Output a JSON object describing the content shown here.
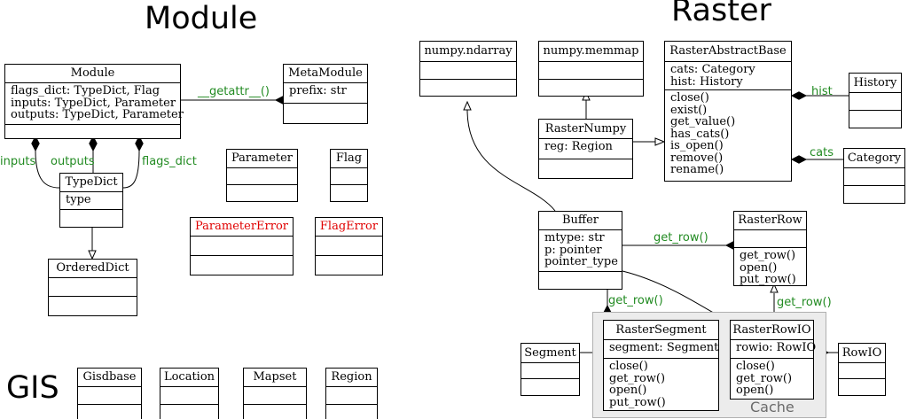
{
  "section_titles": {
    "module": "Module",
    "raster": "Raster",
    "gis": "GIS"
  },
  "classes": {
    "module": {
      "name": "Module",
      "attributes": [
        "flags_dict: TypeDict, Flag",
        "inputs: TypeDict, Parameter",
        "outputs: TypeDict, Parameter"
      ],
      "methods": []
    },
    "metamodule": {
      "name": "MetaModule",
      "attributes": [
        "prefix: str"
      ],
      "methods": []
    },
    "typedict": {
      "name": "TypeDict",
      "attributes": [
        "type"
      ],
      "methods": []
    },
    "ordereddict": {
      "name": "OrderedDict",
      "attributes": [],
      "methods": []
    },
    "parameter": {
      "name": "Parameter",
      "attributes": [],
      "methods": []
    },
    "flag": {
      "name": "Flag",
      "attributes": [],
      "methods": []
    },
    "parametererror": {
      "name": "ParameterError",
      "attributes": [],
      "methods": []
    },
    "flagerror": {
      "name": "FlagError",
      "attributes": [],
      "methods": []
    },
    "gisdbase": {
      "name": "Gisdbase",
      "attributes": [],
      "methods": []
    },
    "location": {
      "name": "Location",
      "attributes": [],
      "methods": []
    },
    "mapset": {
      "name": "Mapset",
      "attributes": [],
      "methods": []
    },
    "region": {
      "name": "Region",
      "attributes": [],
      "methods": []
    },
    "ndarray": {
      "name": "numpy.ndarray",
      "attributes": [],
      "methods": []
    },
    "memmap": {
      "name": "numpy.memmap",
      "attributes": [],
      "methods": []
    },
    "rasterabstractbase": {
      "name": "RasterAbstractBase",
      "attributes": [
        "cats: Category",
        "hist: History"
      ],
      "methods": [
        "close()",
        "exist()",
        "get_value()",
        "has_cats()",
        "is_open()",
        "remove()",
        "rename()"
      ]
    },
    "history": {
      "name": "History",
      "attributes": [],
      "methods": []
    },
    "category": {
      "name": "Category",
      "attributes": [],
      "methods": []
    },
    "rasternumpy": {
      "name": "RasterNumpy",
      "attributes": [
        "reg: Region"
      ],
      "methods": []
    },
    "buffer": {
      "name": "Buffer",
      "attributes": [
        "mtype: str",
        "p: pointer",
        "pointer_type"
      ],
      "methods": []
    },
    "rasterrow": {
      "name": "RasterRow",
      "attributes": [],
      "methods": [
        "get_row()",
        "open()",
        "put_row()"
      ]
    },
    "rastersegment": {
      "name": "RasterSegment",
      "attributes": [
        "segment: Segment"
      ],
      "methods": [
        "close()",
        "get_row()",
        "open()",
        "put_row()"
      ]
    },
    "rasterrowio": {
      "name": "RasterRowIO",
      "attributes": [
        "rowio: RowIO"
      ],
      "methods": [
        "close()",
        "get_row()",
        "open()"
      ]
    },
    "segment": {
      "name": "Segment",
      "attributes": [],
      "methods": []
    },
    "rowio": {
      "name": "RowIO",
      "attributes": [],
      "methods": []
    }
  },
  "cache_label": "Cache",
  "edge_labels": {
    "getattr": "__getattr__()",
    "inputs": "inputs",
    "outputs": "outputs",
    "flags_dict": "flags_dict",
    "hist": "hist",
    "cats": "cats",
    "get_row_rasterrow": "get_row()",
    "get_row_buffer_segment": "get_row()",
    "get_row_rowio_rasterrow": "get_row()"
  },
  "colors": {
    "line": "#000000",
    "edge_label": "#228b22",
    "error_name": "#e00000",
    "cache_fill": "#ececec",
    "cache_label": "#6a6a6a"
  }
}
